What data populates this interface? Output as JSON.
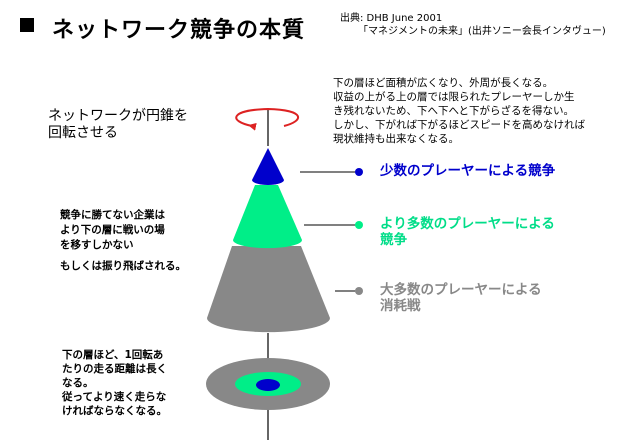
{
  "header": {
    "title": "ネットワーク競争の本質",
    "source_line1": "出典: DHB June 2001",
    "source_line2": "「マネジメントの未来」(出井ソニー会長インタヴュー)"
  },
  "description": {
    "lines": [
      "下の層ほど面積が広くなり、外周が長くなる。",
      "収益の上がる上の層では限られたプレーヤーしか生",
      "き残れないため、下へ下へと下がらざるを得ない。",
      "しかし、下がれば下がるほどスピードを高めなければ",
      "現状維持も出来なくなる。"
    ]
  },
  "rotation": {
    "lines": [
      "ネットワークが円錐を",
      "回転させる"
    ]
  },
  "competition_note": {
    "lines": [
      "競争に勝てない企業は",
      "より下の層に戦いの場",
      "を移すしかない"
    ],
    "extra": "もしくは振り飛ばされる。"
  },
  "speed_note": {
    "lines": [
      "下の層ほど、1回転あ",
      "たりの走る距離は長く",
      "なる。",
      "従ってより速く走らな",
      "ければならなくなる。"
    ]
  },
  "levels": {
    "top": {
      "line1": "少数のプレーヤーによる競争",
      "line2": "",
      "color": "#0000cc"
    },
    "middle": {
      "line1": "より多数のプレーヤーによる",
      "line2": "競争",
      "color": "#00dd88"
    },
    "bottom": {
      "line1": "大多数のプレーヤーによる",
      "line2": "消耗戦",
      "color": "#888888"
    }
  },
  "colors": {
    "rotation_arrow": "#dd2222",
    "cone_top": "#0000cc",
    "cone_middle": "#00ee88",
    "cone_bottom": "#888888"
  }
}
